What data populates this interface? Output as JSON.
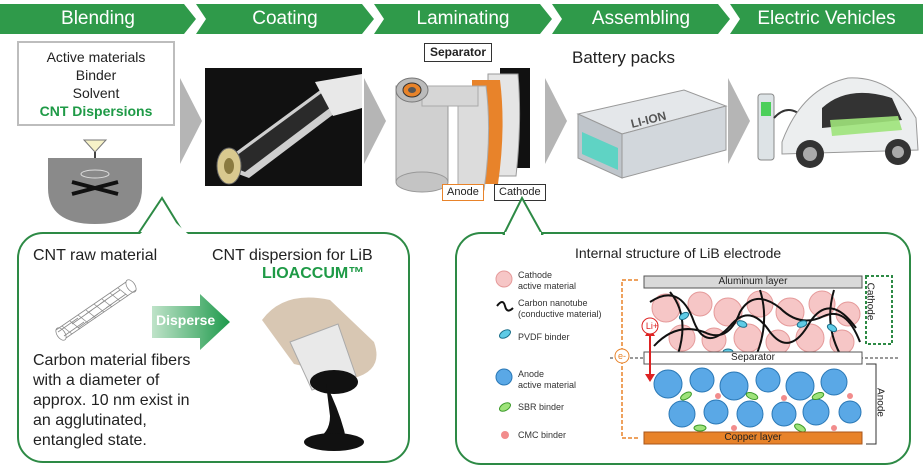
{
  "process_steps": [
    "Blending",
    "Coating",
    "Laminating",
    "Assembling",
    "Electric Vehicles"
  ],
  "blending_box": {
    "line1": "Active materials",
    "line2": "Binder",
    "line3": "Solvent",
    "line4": "CNT Dispersions"
  },
  "lamination_labels": {
    "separator": "Separator",
    "anode": "Anode",
    "cathode": "Cathode"
  },
  "battery_packs_label": "Battery packs",
  "battery_text": "LI-ION",
  "left_callout": {
    "raw_title": "CNT raw material",
    "dispersion_title": "CNT dispersion for LiB",
    "brand": "LIOACCUM™",
    "disperse_arrow": "Disperse",
    "description_1": "Carbon material fibers",
    "description_2": "with a diameter of",
    "description_3": "approx. 10 nm exist in",
    "description_4": "an agglutinated,",
    "description_5": "entangled state."
  },
  "right_callout": {
    "title": "Internal structure of LiB electrode",
    "legend": {
      "cathode_1": "Cathode",
      "cathode_2": "active material",
      "cnt_1": "Carbon nanotube",
      "cnt_2": "(conductive material)",
      "pvdf": "PVDF binder",
      "anode_1": "Anode",
      "anode_2": "active material",
      "sbr": "SBR binder",
      "cmc": "CMC binder"
    },
    "aluminum_layer": "Aluminum layer",
    "separator": "Separator",
    "copper_layer": "Copper layer",
    "cathode_side": "Cathode",
    "anode_side": "Anode",
    "li_ion": "Li+",
    "electron": "e-"
  },
  "colors": {
    "process_green": "#2f9a4a",
    "brand_green": "#1e9a46",
    "callout_border": "#2d8a45",
    "orange": "#e8832a",
    "cathode_pink": "#f6c6c6",
    "anode_blue": "#5aa8e6"
  }
}
